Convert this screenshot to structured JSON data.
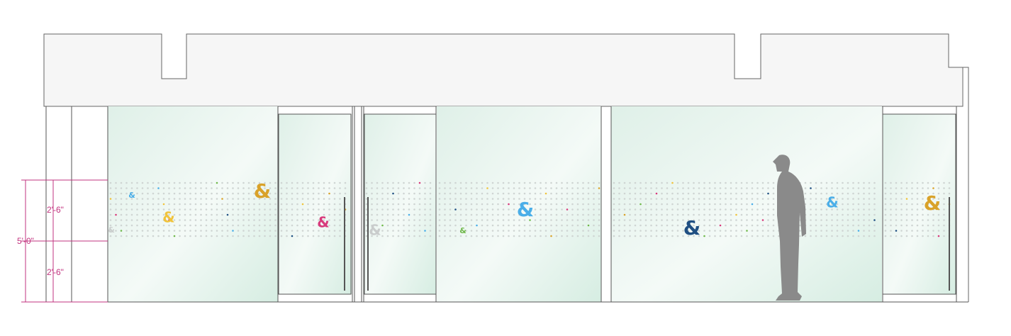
{
  "dimensions": {
    "upper": "2'-6\"",
    "total": "5'-0\"",
    "lower": "2'-6\""
  },
  "glyph": "&",
  "colors": {
    "dimension": "#c2337f",
    "ceiling_fill": "#f6f6f6",
    "glass_tint": "#dcefe6",
    "dot": "#cfd5d3",
    "person": "#8a8a8a",
    "line": "#555555",
    "amp_yellow": "#f0c33c",
    "amp_gold": "#d9a22a",
    "amp_blue": "#4aaee8",
    "amp_navy": "#1f4f82",
    "amp_pink": "#d83a7c",
    "amp_green": "#6fb84a",
    "amp_gray": "#c9cccc"
  },
  "accent_ampersands": [
    {
      "color": "amp_gold",
      "size": "large"
    },
    {
      "color": "amp_yellow",
      "size": "medium"
    },
    {
      "color": "amp_blue",
      "size": "small"
    },
    {
      "color": "amp_gray",
      "size": "small"
    },
    {
      "color": "amp_pink",
      "size": "medium"
    },
    {
      "color": "amp_gray",
      "size": "medium"
    },
    {
      "color": "amp_blue",
      "size": "large"
    },
    {
      "color": "amp_green",
      "size": "small"
    },
    {
      "color": "amp_navy",
      "size": "large"
    },
    {
      "color": "amp_blue",
      "size": "medium"
    },
    {
      "color": "amp_gold",
      "size": "large"
    }
  ]
}
